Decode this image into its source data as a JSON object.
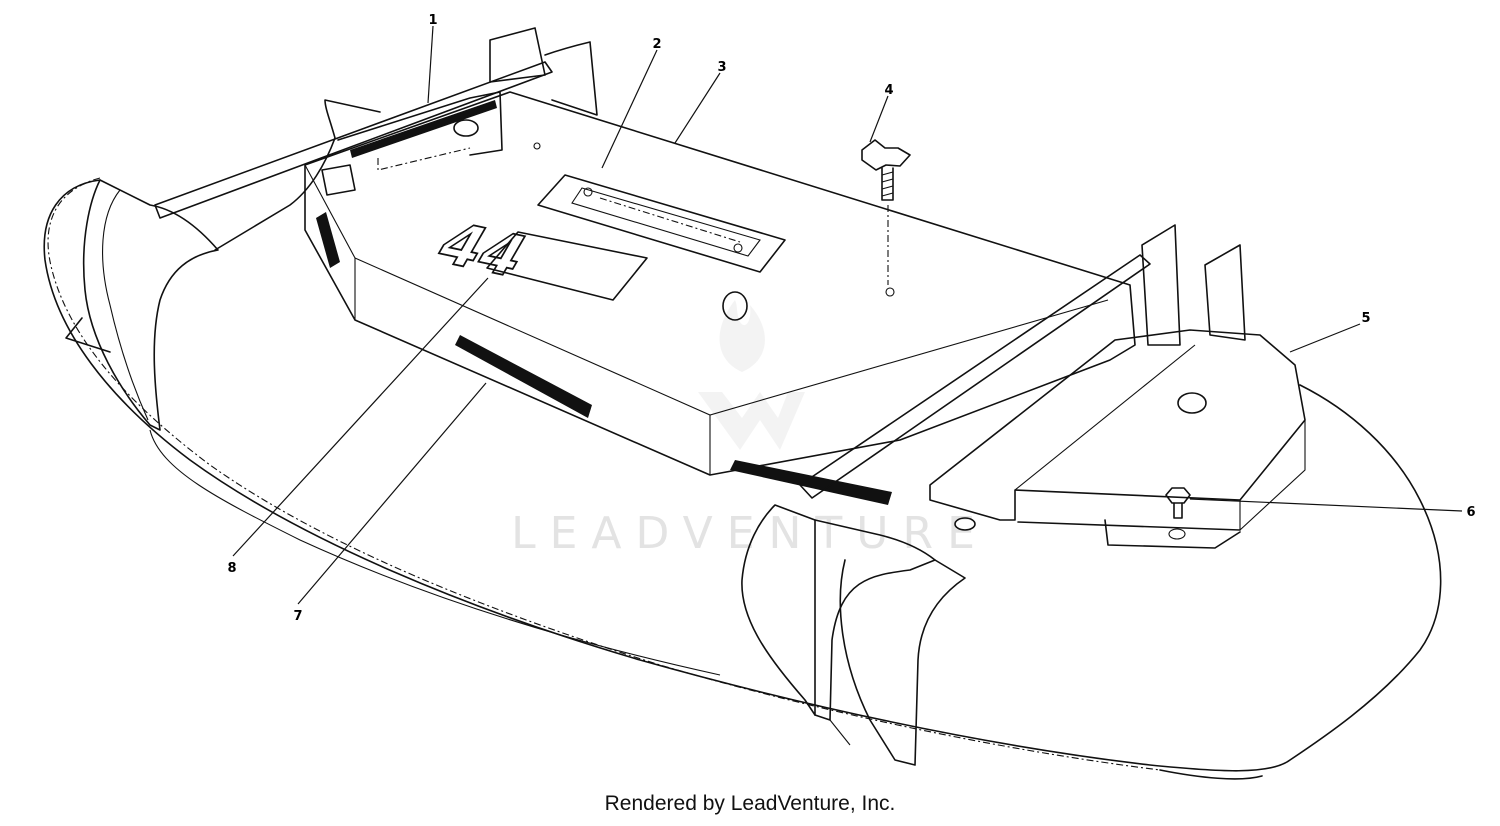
{
  "diagram": {
    "watermark": "LEADVENTURE",
    "decal_number": "44",
    "credit": "Rendered by LeadVenture, Inc.",
    "callouts": [
      {
        "id": "1",
        "label": "1"
      },
      {
        "id": "2",
        "label": "2"
      },
      {
        "id": "3",
        "label": "3"
      },
      {
        "id": "4",
        "label": "4"
      },
      {
        "id": "5",
        "label": "5"
      },
      {
        "id": "6",
        "label": "6"
      },
      {
        "id": "7",
        "label": "7"
      },
      {
        "id": "8",
        "label": "8"
      }
    ],
    "colors": {
      "line": "#111111",
      "watermark": "#e3e3e3",
      "background": "#ffffff"
    }
  }
}
